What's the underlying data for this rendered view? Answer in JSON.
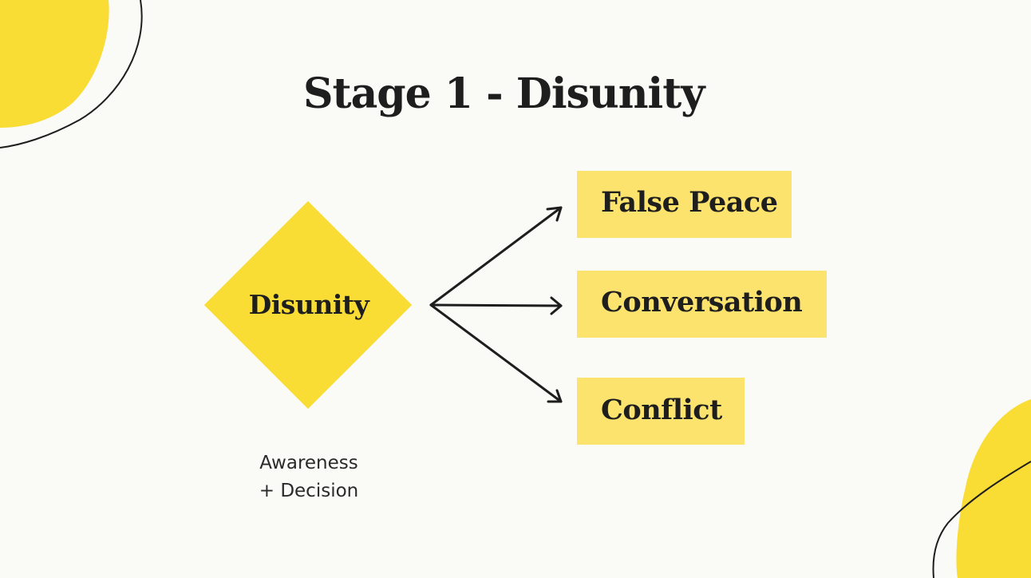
{
  "title": "Stage 1 - Disunity",
  "center_node": {
    "label": "Disunity"
  },
  "outcomes": [
    {
      "label": "False Peace"
    },
    {
      "label": "Conversation"
    },
    {
      "label": "Conflict"
    }
  ],
  "caption": {
    "line1": "Awareness",
    "line2": "+ Decision"
  },
  "colors": {
    "background": "#FAFAF7",
    "diamond": "#F9DC34",
    "outcome_box": "#FCE36E",
    "blob": "#F9DC34",
    "text": "#1E1E1E"
  }
}
